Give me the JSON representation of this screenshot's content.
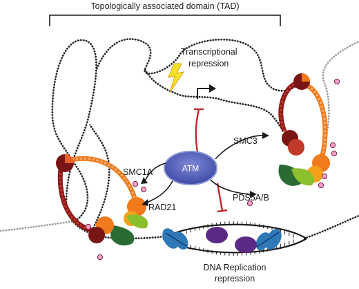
{
  "tad_label": "Topologically associated domain (TAD)",
  "center_protein": "ATM",
  "labels": {
    "transcription": [
      "Transcriptional",
      "repression"
    ],
    "replication": [
      "DNA Replication",
      "repression"
    ],
    "smc1a": "SMC1A",
    "smc3": "SMC3",
    "rad21": "RAD21",
    "pds5": "PDS5A/B"
  },
  "colors": {
    "atm_fill": "#4a56b0",
    "atm_edge": "#8c95d8",
    "inhibition": "#c0272d",
    "phospho": "#f3a2c7",
    "lightning": "#f6e12a",
    "origin_blue": "#2e78b8",
    "replication_purple": "#5b2a86",
    "cohesin_dark_red": "#7a1515",
    "cohesin_orange": "#f07a1c",
    "cohesin_green": "#2a6b33",
    "cohesin_lime": "#8bbf2e"
  },
  "icons": [
    "lightning-bolt-icon",
    "transcription-start-arrow-icon",
    "phosphate-circle-icon",
    "replication-origin-icon"
  ]
}
